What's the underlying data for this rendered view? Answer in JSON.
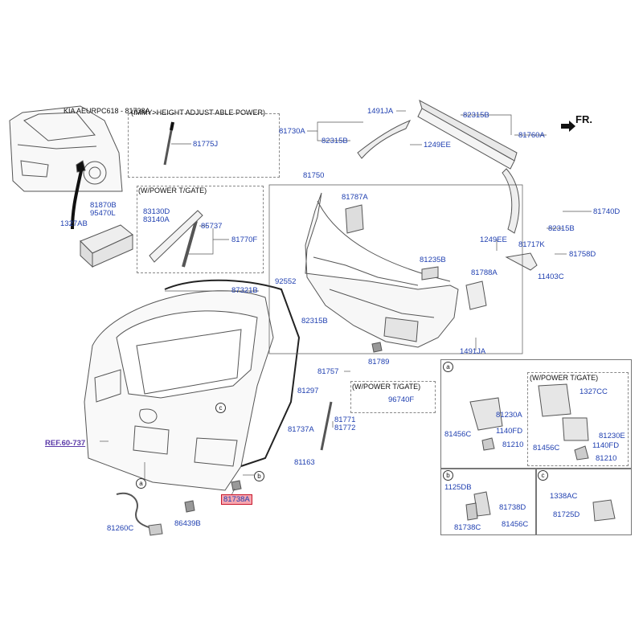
{
  "header": "KIA AEURPC618 - 81738A",
  "direction": "FR.",
  "groups": {
    "height_adjust": "(IMMY>HEIGHT ADJUST ABLE POWER)",
    "power_gate_1": "(W/POWER T/GATE)",
    "power_gate_2": "(W/POWER T/GATE)",
    "power_gate_3": "(W/POWER T/GATE)"
  },
  "callouts": {
    "a": "a",
    "b": "b",
    "c": "c"
  },
  "parts": {
    "p1491ja_top": "1491JA",
    "p82315b_top": "82315B",
    "p81730a": "81730A",
    "p82315b_l": "82315B",
    "p1249ee_top": "1249EE",
    "p81760a": "81760A",
    "p81775j": "81775J",
    "p81750": "81750",
    "p81787a": "81787A",
    "p81740d": "81740D",
    "p82315b_r": "82315B",
    "p81870b": "81870B",
    "p95470l": "95470L",
    "p1327ab": "1327AB",
    "p83130d": "83130D",
    "p83140a": "83140A",
    "p85737": "85737",
    "p81770f": "81770F",
    "p1249ee_mid": "1249EE",
    "p81717k": "81717K",
    "p81758d": "81758D",
    "p81235b": "81235B",
    "p81788a": "81788A",
    "p11403c": "11403C",
    "p92552": "92552",
    "p87321b": "87321B",
    "p82315b_b": "82315B",
    "p1491ja_b": "1491JA",
    "p81789": "81789",
    "p81757": "81757",
    "p96740f": "96740F",
    "p81297": "81297",
    "p81737a": "81737A",
    "p81771": "81771",
    "p81772": "81772",
    "p81163": "81163",
    "ref": "REF.60-737",
    "p81738a": "81738A",
    "p81260c": "81260C",
    "p86439b": "86439B",
    "p81230a": "81230A",
    "p81456c_a": "81456C",
    "p1140fd_a": "1140FD",
    "p81210_a": "81210",
    "p1327cc": "1327CC",
    "p81230e": "81230E",
    "p81456c_b": "81456C",
    "p1140fd_b": "1140FD",
    "p81210_b": "81210",
    "p1125db": "1125DB",
    "p81738d": "81738D",
    "p81738c": "81738C",
    "p81456c_c": "81456C",
    "p1338ac": "1338AC",
    "p81725d": "81725D"
  }
}
